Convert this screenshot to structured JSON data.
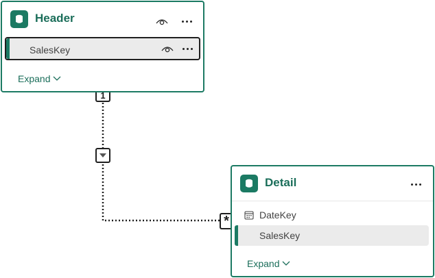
{
  "tables": {
    "header": {
      "title": "Header",
      "icon": "database-icon",
      "fields": [
        {
          "name": "SalesKey",
          "selected": true
        }
      ],
      "expand_label": "Expand"
    },
    "detail": {
      "title": "Detail",
      "icon": "database-icon",
      "fields": [
        {
          "name": "DateKey",
          "icon": "calendar-icon"
        },
        {
          "name": "SalesKey",
          "highlighted": true
        }
      ],
      "expand_label": "Expand"
    }
  },
  "relationship": {
    "from_cardinality": "1",
    "to_cardinality": "*",
    "cross_filter": "single",
    "line_style": "dotted"
  },
  "colors": {
    "accent": "#1b7a63",
    "title_text": "#1b6e5a",
    "selected_row": "#ebebeb",
    "border_dark": "#1f1f1f"
  }
}
